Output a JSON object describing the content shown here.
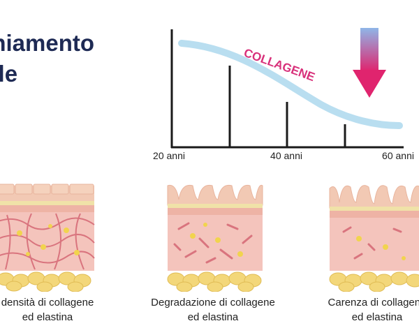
{
  "title": {
    "line1": "chiamento",
    "line2": "elle"
  },
  "chart": {
    "curve_label": "COLLAGENE",
    "ticks": [
      "20 anni",
      "40 anni",
      "60 anni"
    ],
    "colors": {
      "curve": "#b9def0",
      "label": "#d8307a",
      "arrow_top": "#8fb6e8",
      "arrow_bottom": "#e0246e"
    }
  },
  "panels": [
    {
      "line1": "densità di collagene",
      "line2": "ed elastina",
      "state": "healthy"
    },
    {
      "line1": "Degradazione di collagene",
      "line2": "ed elastina",
      "state": "degraded"
    },
    {
      "line1": "Carenza di collagene",
      "line2": "ed elastina",
      "state": "deficient"
    }
  ],
  "colors": {
    "title": "#1e2a54",
    "epidermis": "#f2c9b4",
    "dermis": "#f4c4bc",
    "fiber": "#d9747e",
    "fat": "#f3d77a",
    "cell": "#f1d44e"
  }
}
